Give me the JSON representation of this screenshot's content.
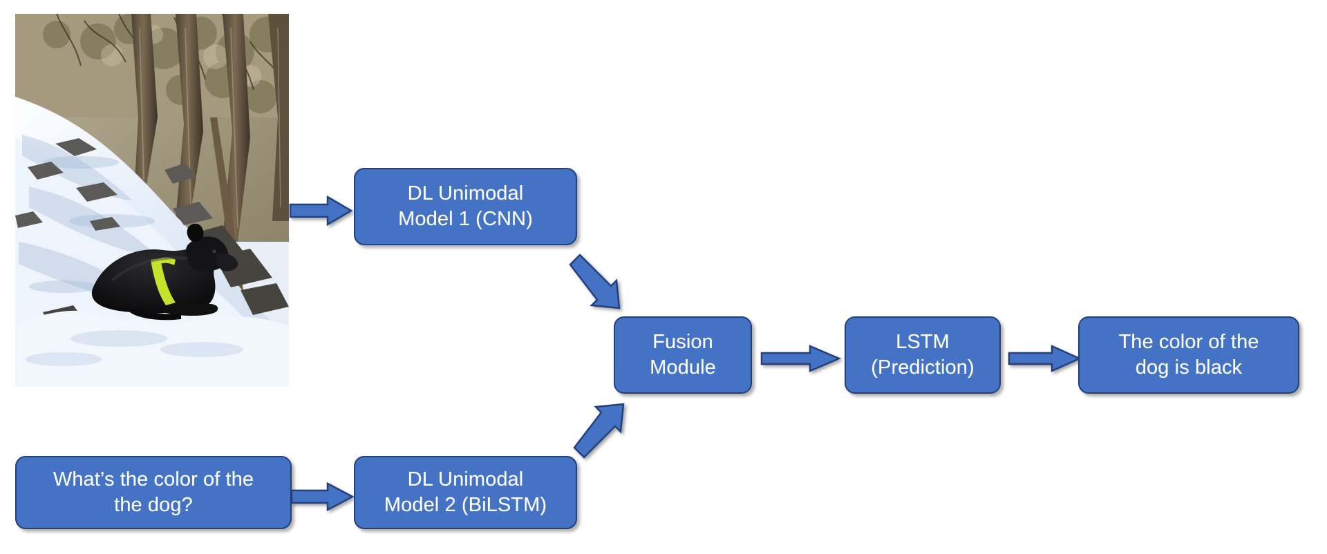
{
  "diagram": {
    "title": "Multimodal deep learning VQA pipeline",
    "background_color": "#FFFFFF",
    "node_fill_color": "#4472C4",
    "node_border_color": "#23407A",
    "node_text_color": "#FFFFFF",
    "arrow_fill_color": "#4472C4",
    "arrow_border_color": "#23407A"
  },
  "image_input": {
    "name": "dog-in-snow-photo",
    "description": "Photograph of a black dog wearing a bright yellow-green collar lying on snow on a hillside with bare winter trees and rocks",
    "subject_color": "black",
    "collar_color": "#C6E32B"
  },
  "nodes": {
    "cnn": {
      "line1": "DL Unimodal",
      "line2": "Model 1 (CNN)"
    },
    "bilstm": {
      "line1": "DL Unimodal",
      "line2": "Model 2 (BiLSTM)"
    },
    "question": {
      "line1": "What’s the color of the",
      "line2": "the dog?"
    },
    "fusion": {
      "line1": "Fusion",
      "line2": "Module"
    },
    "lstm": {
      "line1": "LSTM",
      "line2": "(Prediction)"
    },
    "output": {
      "line1": "The color of the",
      "line2": "dog is black"
    }
  },
  "arrows": [
    {
      "name": "arrow-image-to-cnn",
      "direction": "right",
      "from": "image_input",
      "to": "cnn"
    },
    {
      "name": "arrow-question-to-bilstm",
      "direction": "right",
      "from": "question",
      "to": "bilstm"
    },
    {
      "name": "arrow-cnn-to-fusion",
      "direction": "down-right",
      "from": "cnn",
      "to": "fusion"
    },
    {
      "name": "arrow-bilstm-to-fusion",
      "direction": "up-right",
      "from": "bilstm",
      "to": "fusion"
    },
    {
      "name": "arrow-fusion-to-lstm",
      "direction": "right",
      "from": "fusion",
      "to": "lstm"
    },
    {
      "name": "arrow-lstm-to-output",
      "direction": "right",
      "from": "lstm",
      "to": "output"
    }
  ]
}
